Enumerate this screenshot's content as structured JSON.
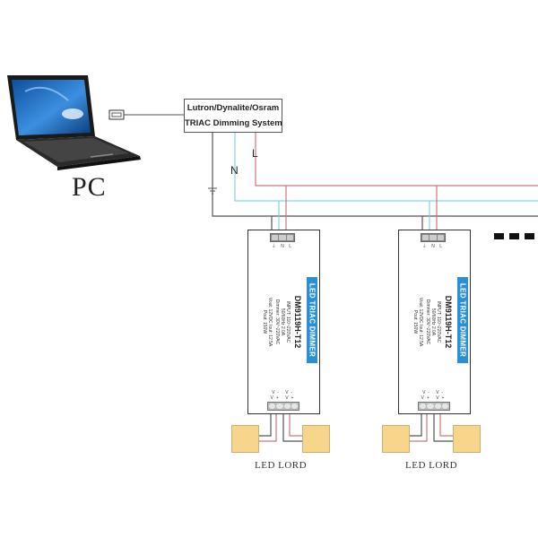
{
  "pc": {
    "label": "PC"
  },
  "dimming_system": {
    "line1": "Lutron/Dynalite/Osram",
    "line2": "TRIAC Dimming System"
  },
  "wires": {
    "neutral_label": "N",
    "live_label": "L"
  },
  "colors": {
    "live": "#c87a7a",
    "neutral": "#7fd6dd",
    "ground": "#555555",
    "label_band": "#2b8fd6",
    "led": "#f7d68c"
  },
  "modules": [
    {
      "band_label": "LED TRIAC DIMMER",
      "model": "DM9119H-T12",
      "specs": [
        "INPUT: 110~220VAC",
        "50/60Hz 2.0A",
        "Dimmer: 30V~220VAC",
        "Vout: 12VDC  Iout: 12.5A",
        "Pout: 150W"
      ],
      "input_terminals": "⏚ N L",
      "output_terminals": "V- V- V+ V+",
      "load_label": "LED LORD"
    },
    {
      "band_label": "LED TRIAC DIMMER",
      "model": "DM9119H-T12",
      "specs": [
        "INPUT: 110~220VAC",
        "50/60Hz 2.0A",
        "Dimmer: 30V~220VAC",
        "Vout: 12VDC  Iout: 12.5A",
        "Pout: 150W"
      ],
      "input_terminals": "⏚ N L",
      "output_terminals": "V- V- V+ V+",
      "load_label": "LED LORD"
    }
  ],
  "continuation": "more-modules-ellipsis"
}
